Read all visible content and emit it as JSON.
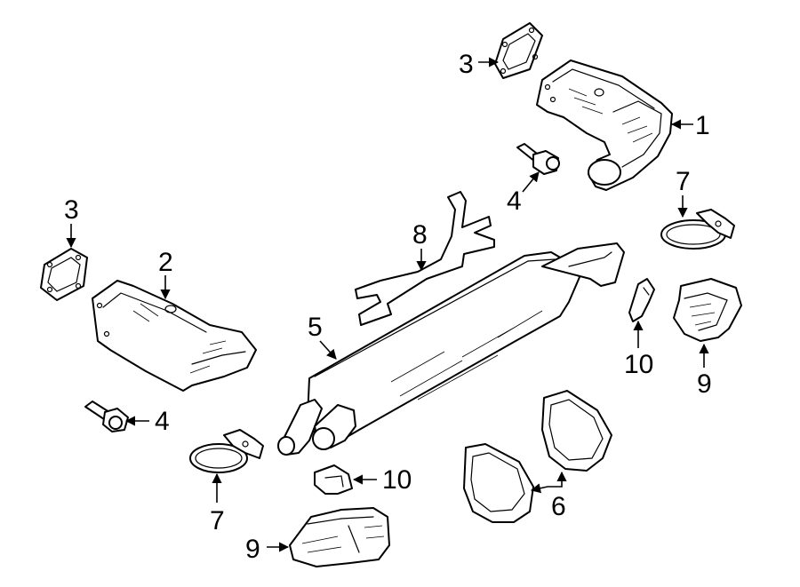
{
  "callouts": {
    "c1": "1",
    "c2": "2",
    "c3_upper": "3",
    "c3_left": "3",
    "c4_upper": "4",
    "c4_lower": "4",
    "c5": "5",
    "c6": "6",
    "c7_right": "7",
    "c7_lower": "7",
    "c8": "8",
    "c9_right": "9",
    "c9_lower": "9",
    "c10_right": "10",
    "c10_lower": "10"
  },
  "colors": {
    "line": "#000000",
    "background": "#ffffff"
  }
}
